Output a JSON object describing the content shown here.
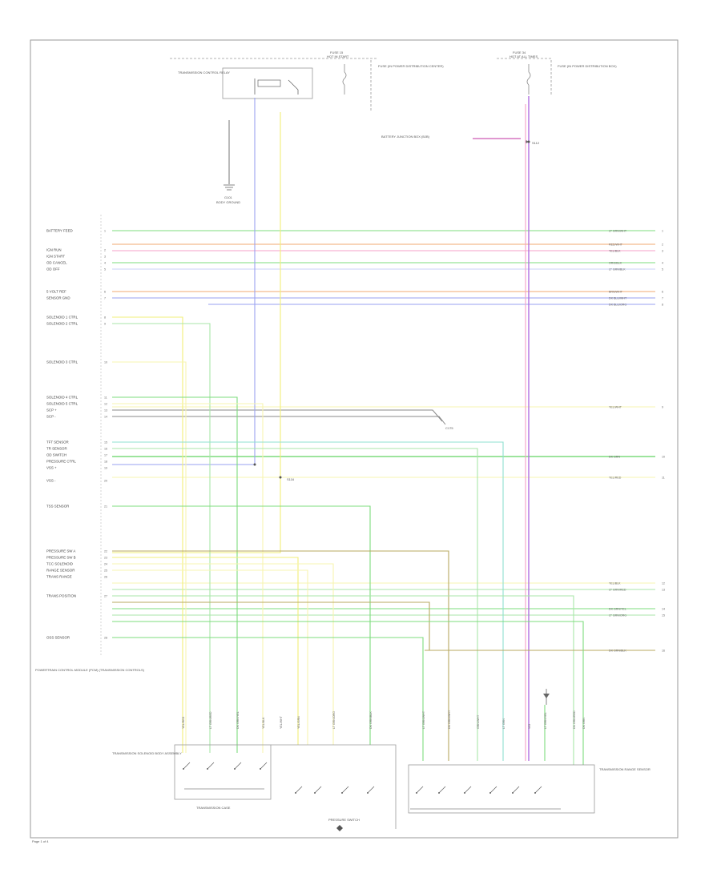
{
  "page": {
    "footer": "Page 1 of 4"
  },
  "colors": {
    "green": "#7ddc7d",
    "lightgreen": "#a8e6a8",
    "yellow": "#f2ef78",
    "lightyellow": "#f7f4b0",
    "orange": "#f0a870",
    "pink": "#f4a0c8",
    "blue": "#9aa2f0",
    "lightblue": "#b8c0f4",
    "violet": "#b070e0",
    "olive": "#b8a860",
    "gray": "#888888",
    "teal": "#8fe0d0",
    "frame": "#9a9a9a"
  },
  "labels": {
    "fuse_left": "FUSE 15",
    "fuse_left_sub": "HOT IN START",
    "fuse_left_note": "FUSE (IN POWER DISTRIBUTION CENTER)",
    "fuse_right": "FUSE 34",
    "fuse_right_sub": "HOT AT ALL TIMES",
    "fuse_right_note": "FUSE (IN POWER DISTRIBUTION BOX)",
    "relay": "TRANSMISSION CONTROL RELAY",
    "ground_left": "G101",
    "splice_mid": "S116",
    "splice_right": "S112",
    "splice_right_note": "BATTERY JUNCTION BOX (BJB)",
    "pcm": "POWERTRAIN CONTROL MODULE (PCM)",
    "pcm_note": "POWERTRAIN CONTROL MODULE (PCM) (TRANSMISSION CONTROLS)",
    "connector_mid": "C175",
    "trans_solenoid": "TRANSMISSION SOLENOID BODY ASSEMBLY",
    "sensor_right": "TRANSMISSION RANGE SENSOR",
    "pressure_switch": "PRESSURE SWITCH",
    "body_ground": "BODY GROUND",
    "trans_case": "TRANSMISSION CASE"
  },
  "pcm_pins": [
    {
      "pin": "1",
      "signal": "BATTERY FEED"
    },
    {
      "pin": "2",
      "signal": "IGN RUN"
    },
    {
      "pin": "3",
      "signal": "IGN START"
    },
    {
      "pin": "4",
      "signal": "OD CANCEL"
    },
    {
      "pin": "5",
      "signal": "OD OFF"
    },
    {
      "pin": "6",
      "signal": "5 VOLT REF"
    },
    {
      "pin": "7",
      "signal": "SENSOR GND"
    },
    {
      "pin": "8",
      "signal": "SOLENOID 1 CTRL"
    },
    {
      "pin": "9",
      "signal": "SOLENOID 2 CTRL"
    },
    {
      "pin": "10",
      "signal": "SOLENOID 3 CTRL"
    },
    {
      "pin": "11",
      "signal": "SOLENOID 4 CTRL"
    },
    {
      "pin": "12",
      "signal": "SOLENOID 5 CTRL"
    },
    {
      "pin": "13",
      "signal": "SCP +"
    },
    {
      "pin": "14",
      "signal": "SCP -"
    },
    {
      "pin": "15",
      "signal": "TFT SENSOR"
    },
    {
      "pin": "16",
      "signal": "TR SENSOR"
    },
    {
      "pin": "17",
      "signal": "OD SWITCH"
    },
    {
      "pin": "18",
      "signal": "PRESSURE CTRL"
    },
    {
      "pin": "19",
      "signal": "VSS +"
    },
    {
      "pin": "20",
      "signal": "VSS -"
    },
    {
      "pin": "21",
      "signal": "TSS SENSOR"
    },
    {
      "pin": "22",
      "signal": "PRESSURE SW A"
    },
    {
      "pin": "23",
      "signal": "PRESSURE SW B"
    },
    {
      "pin": "24",
      "signal": "TCC SOLENOID"
    },
    {
      "pin": "25",
      "signal": "RANGE SENSOR"
    },
    {
      "pin": "26",
      "signal": "TRANS RANGE"
    },
    {
      "pin": "27",
      "signal": "TRANS POSITION"
    },
    {
      "pin": "28",
      "signal": "OSS SENSOR"
    }
  ],
  "right_tags": [
    "LT GRN/WHT",
    "RED/WHT",
    "YEL/BLK",
    "ORG/BLK",
    "LT GRN/BLK",
    "BRN/WHT",
    "DK BLU/WHT",
    "DK BLU/ORG",
    "YEL/WHT",
    "DK GRN",
    "YEL/RED",
    "YEL/BLK",
    "LT GRN/RED",
    "DK GRN/YEL",
    "LT GRN/ORG",
    "DK GRN/BLK"
  ],
  "right_pins": [
    "1",
    "2",
    "3",
    "4",
    "5",
    "6",
    "7",
    "8",
    "9",
    "10",
    "11",
    "12",
    "13",
    "14",
    "15",
    "16"
  ],
  "bottom_wire_tags": [
    "YEL/RED",
    "LT GRN/RED",
    "DK GRN/YEL",
    "YEL/BLK",
    "YEL/WHT",
    "YEL/GRN",
    "LT GRN/ORG",
    "DK GRN/BLK",
    "LT GRN/WHT",
    "DK GRN/WHT",
    "GRN/WHT",
    "LT GRN",
    "VIO",
    "LT GRN/YEL",
    "DK GRN/RED",
    "DK GRN"
  ]
}
